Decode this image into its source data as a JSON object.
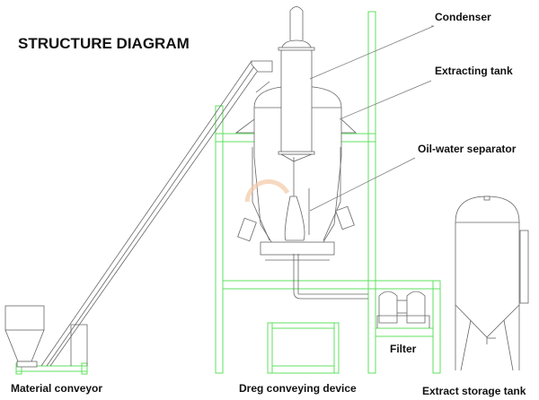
{
  "title": "STRUCTURE DIAGRAM",
  "labels": {
    "condenser": "Condenser",
    "extracting_tank": "Extracting tank",
    "oil_water_separator": "Oil-water separator",
    "filter": "Filter",
    "material_conveyor": "Material conveyor",
    "dreg_conveying_device": "Dreg conveying device",
    "extract_storage_tank": "Extract storage tank"
  },
  "colors": {
    "frame": "#5fe05f",
    "equipment": "#666666",
    "text": "#111111"
  }
}
